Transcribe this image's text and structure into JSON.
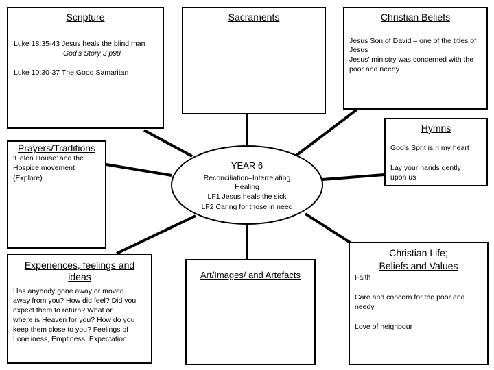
{
  "center": {
    "title": "YEAR 6",
    "lines": [
      "Reconciliation–Interrelating",
      "Healing",
      "LF1 Jesus heals the sick",
      "LF2 Caring for those in need"
    ]
  },
  "scripture": {
    "title": "Scripture",
    "line1": "Luke 18:35-43 Jesus heals the blind man",
    "line2": "God’s Story 3 p98",
    "line3": "Luke 10:30-37 The Good Samaritan"
  },
  "sacraments": {
    "title": "Sacraments"
  },
  "beliefs": {
    "title": "Christian Beliefs",
    "text": [
      "Jesus Son of David – one of the titles of",
      "Jesus",
      "Jesus’ ministry was concerned with the",
      "poor and needy"
    ]
  },
  "hymns": {
    "title": "Hymns",
    "hymn1": "God’s Sprit is n my heart",
    "hymn2": [
      "Lay your hands gently",
      "upon us"
    ]
  },
  "prayers": {
    "title": "Prayers/Traditions",
    "text": [
      "‘Helen House’ and the",
      "Hospice movement",
      "(Explore)"
    ]
  },
  "experiences": {
    "title": [
      "Experiences, feelings and",
      "ideas"
    ],
    "text": [
      "Has anybody gone away or moved",
      "away from you? How did feel? Did you",
      "expect them to return? What or",
      "where is Heaven for you? How do you",
      "keep them close to you? Feelings of",
      "Loneliness, Emptiness, Expectation."
    ]
  },
  "art": {
    "title": "Art/Images/ and Artefacts"
  },
  "life": {
    "title": [
      "Christian Life;",
      "Beliefs and Values"
    ],
    "item1": "Faith",
    "item2": [
      "Care and concern for the poor and",
      "needy"
    ],
    "item3": "Love of neighbour"
  }
}
